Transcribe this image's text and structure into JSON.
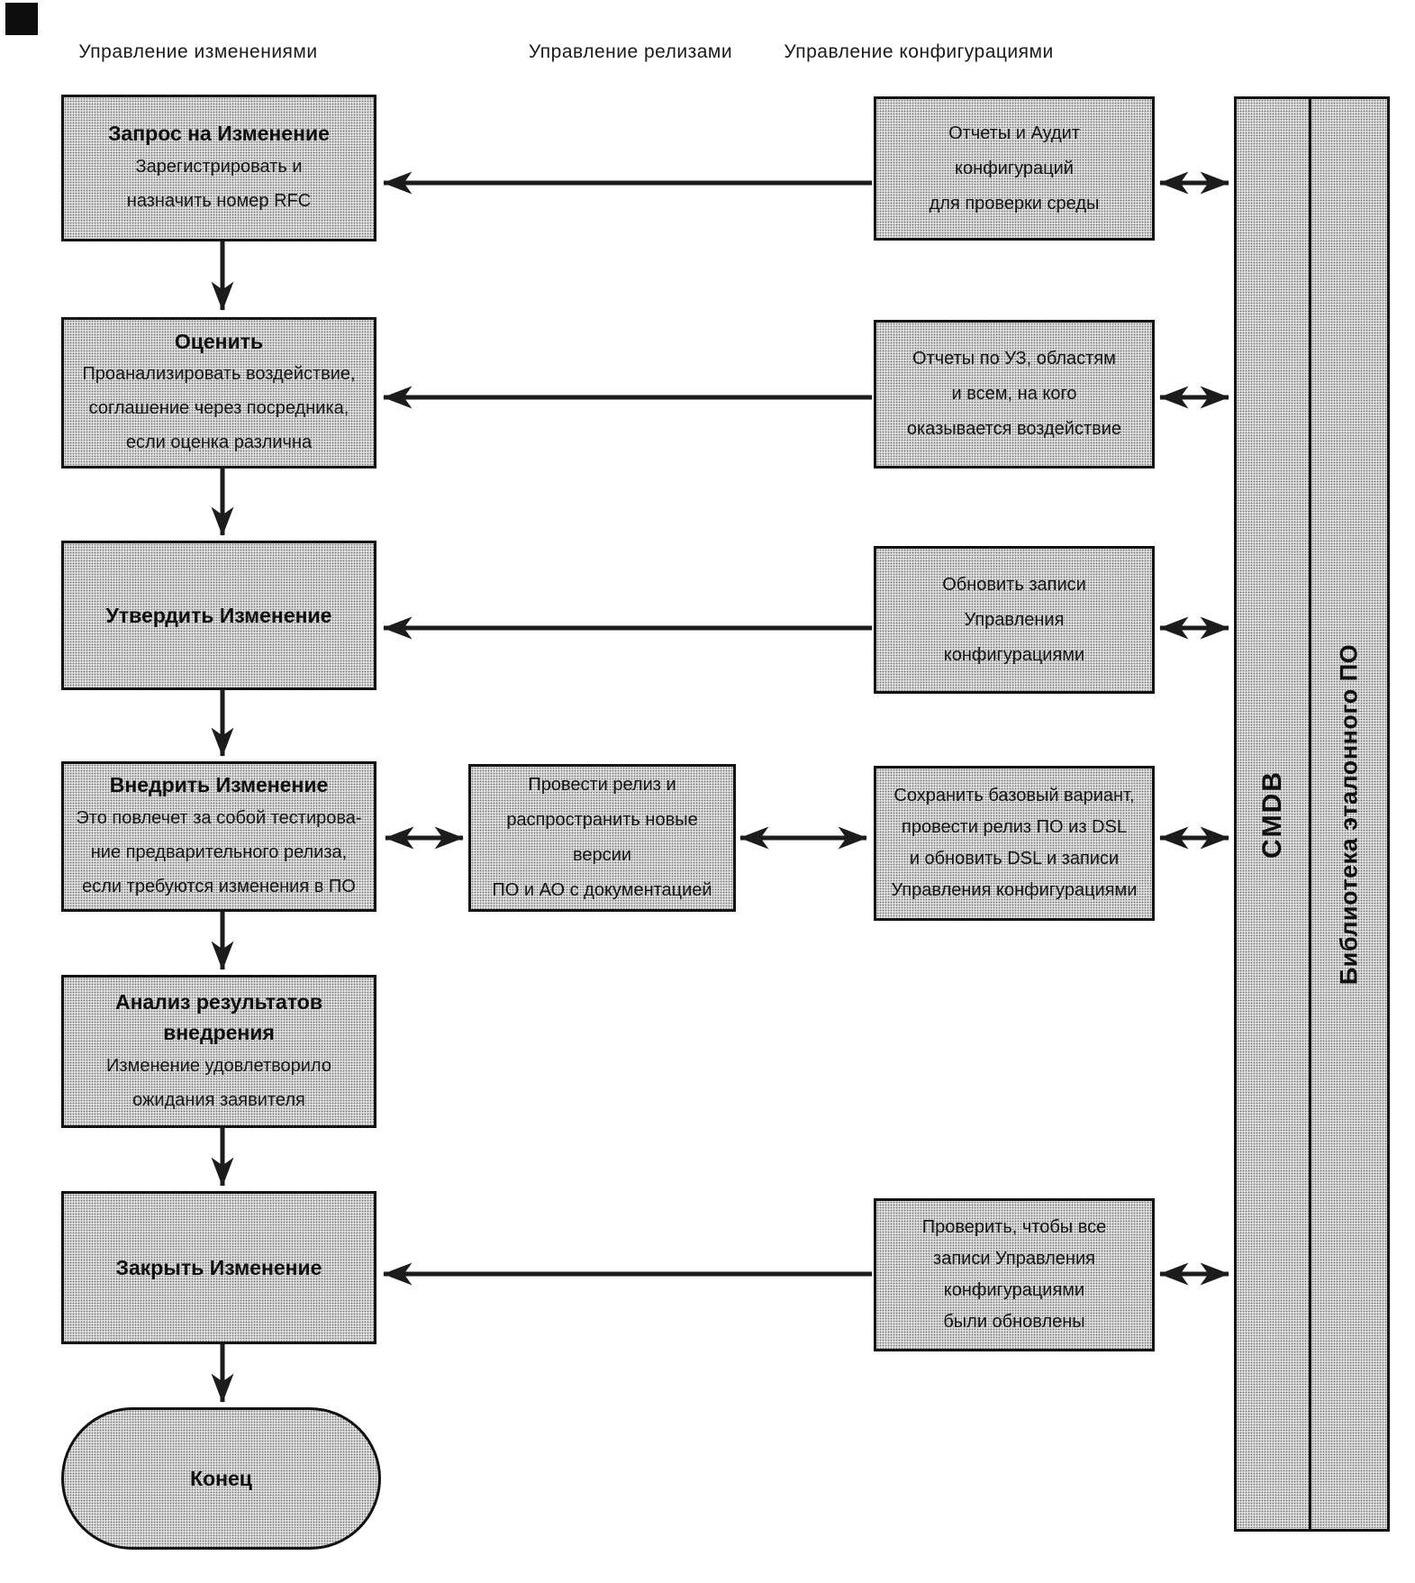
{
  "lanes": {
    "change": "Управление изменениями",
    "release": "Управление релизами",
    "config": "Управление конфигурациями"
  },
  "change_steps": [
    {
      "title": "Запрос на Изменение",
      "subtitle": "Зарегистрировать и\nназначить номер RFC"
    },
    {
      "title": "Оценить",
      "subtitle": "Проанализировать воздействие,\nсоглашение через посредника,\nесли оценка различна"
    },
    {
      "title": "Утвердить Изменение",
      "subtitle": ""
    },
    {
      "title": "Внедрить Изменение",
      "subtitle": "Это повлечет за собой тестирова-\nние предварительного релиза,\nесли требуются изменения в ПО"
    },
    {
      "title": "Анализ результатов\nвнедрения",
      "subtitle": "Изменение удовлетворило\nожидания заявителя"
    },
    {
      "title": "Закрыть Изменение",
      "subtitle": ""
    }
  ],
  "end_label": "Конец",
  "release_step": {
    "text": "Провести релиз и\nраспространить новые версии\nПО и АО с документацией"
  },
  "config_steps": [
    {
      "text": "Отчеты и Аудит\nконфигураций\nдля проверки среды"
    },
    {
      "text": "Отчеты по УЗ, областям\nи всем, на кого\nоказывается воздействие"
    },
    {
      "text": "Обновить записи\nУправления\nконфигурациями"
    },
    {
      "text": "Сохранить базовый вариант,\nпровести релиз ПО из DSL\nи обновить DSL и записи\nУправления конфигурациями"
    },
    {
      "text": "Проверить, чтобы все\nзаписи Управления\nконфигурациями\nбыли обновлены"
    }
  ],
  "repositories": {
    "cmdb": "CMDB",
    "dsl": "Библиотека эталонного ПО"
  }
}
